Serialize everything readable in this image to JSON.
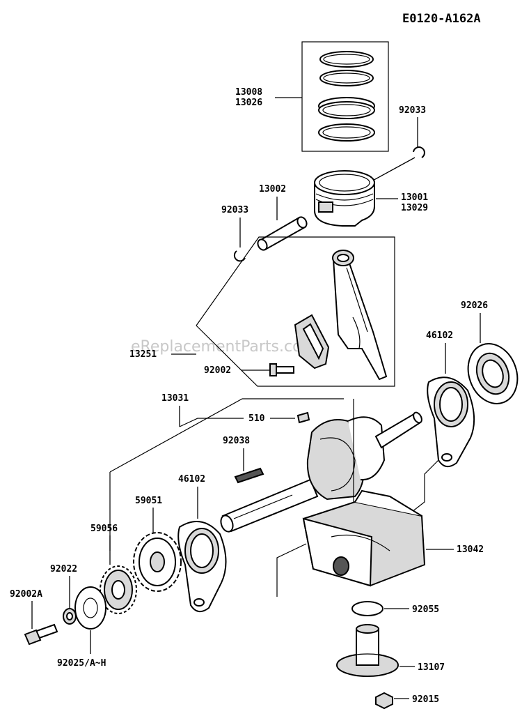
{
  "diagram_code": "E0120-A162A",
  "watermark": "eReplacementParts.com",
  "part_labels": {
    "p13008": "13008",
    "p13026": "13026",
    "p92033_top": "92033",
    "p13002": "13002",
    "p92033_left": "92033",
    "p13001": "13001",
    "p13029": "13029",
    "p13251": "13251",
    "p92002": "92002",
    "p92026": "92026",
    "p46102_right": "46102",
    "p13031": "13031",
    "p510": "510",
    "p92038": "92038",
    "p46102_left": "46102",
    "p59051": "59051",
    "p59056": "59056",
    "p92022": "92022",
    "p92002A": "92002A",
    "p92025": "92025/A~H",
    "p13042": "13042",
    "p92055": "92055",
    "p13107": "13107",
    "p92015": "92015"
  }
}
